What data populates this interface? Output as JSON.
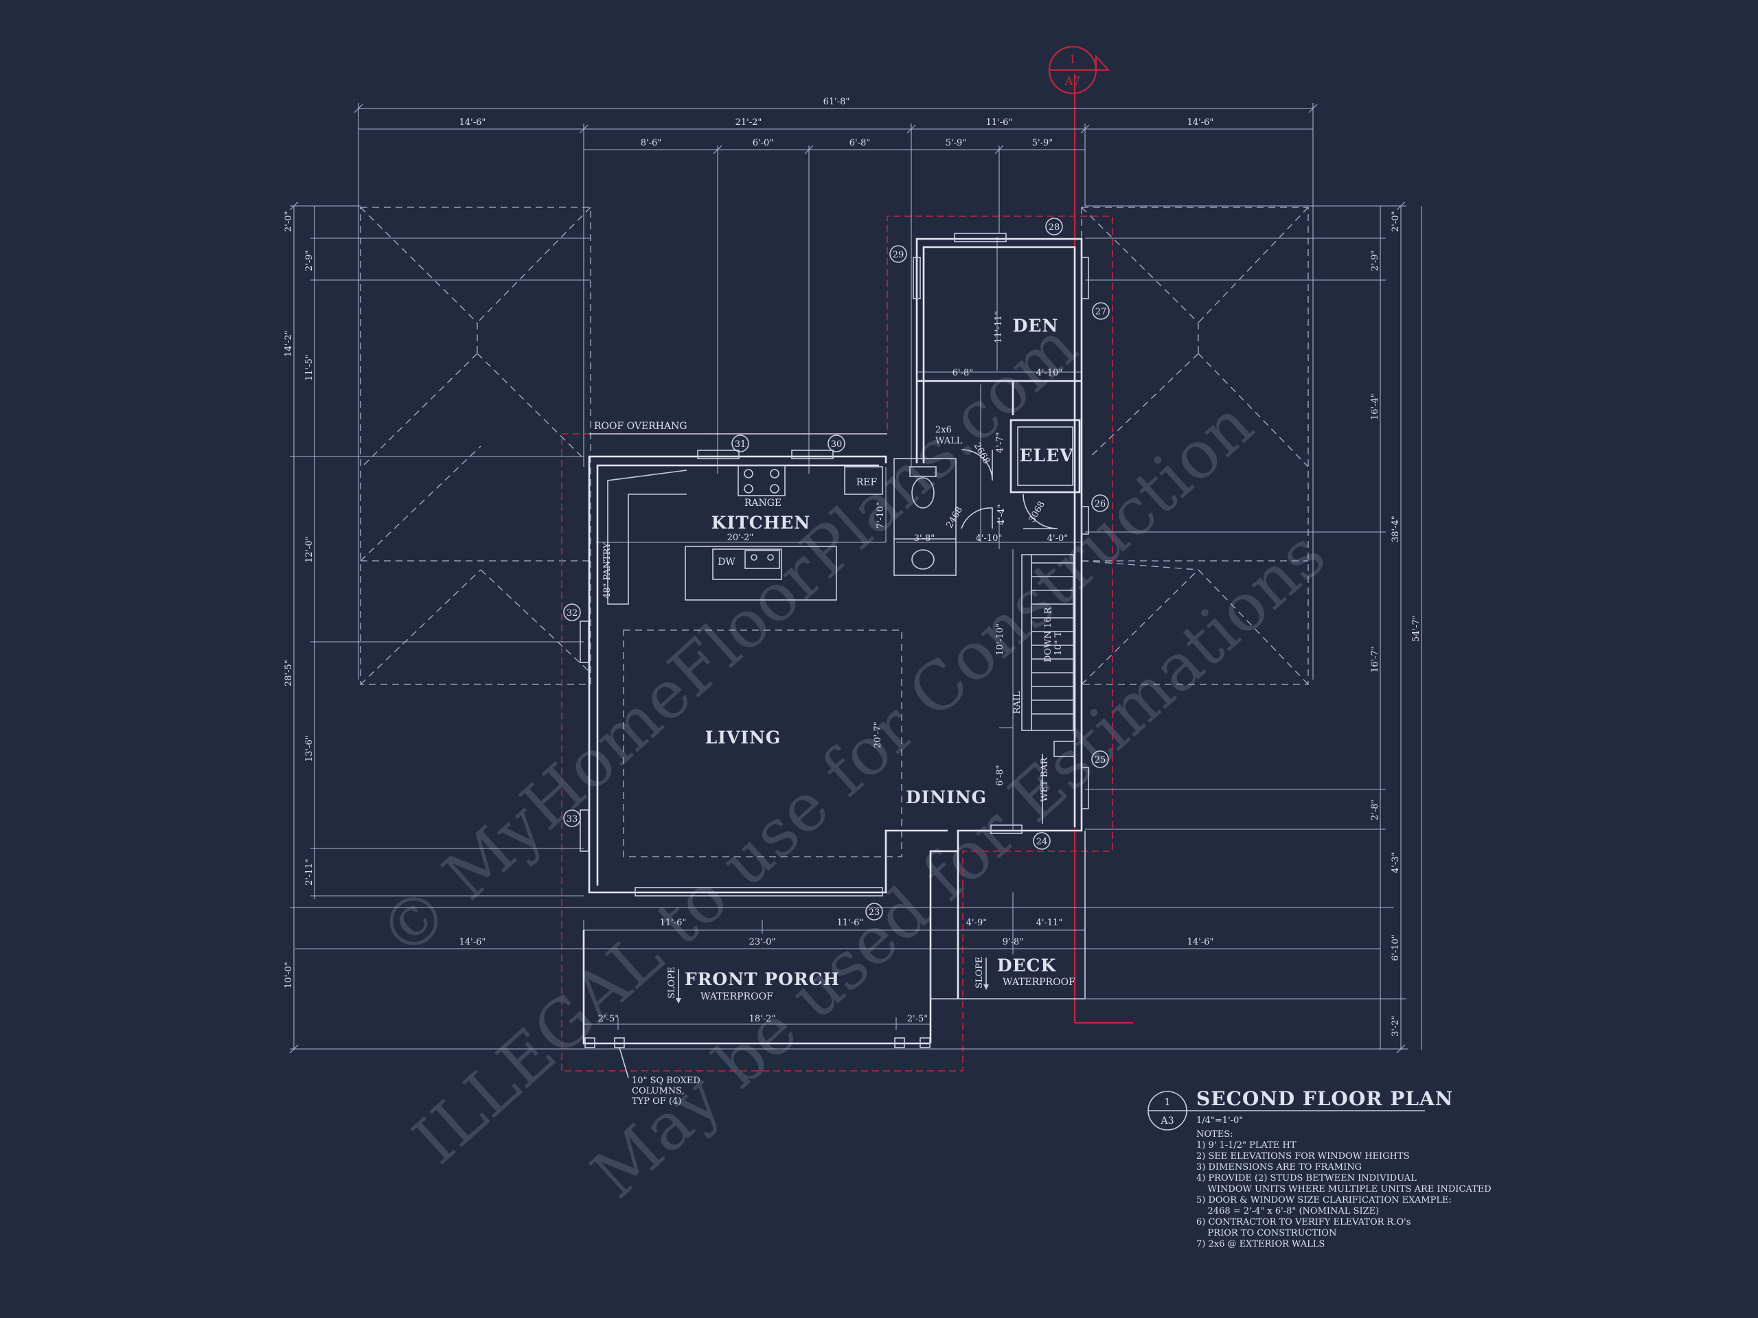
{
  "drawing": {
    "title": "SECOND FLOOR PLAN",
    "scale": "1/4\"=1'-0\"",
    "detail_number": "1",
    "detail_sheet": "A3",
    "section_marker": {
      "number": "1",
      "sheet": "A7"
    },
    "roof_overhang_label": "ROOF OVERHANG",
    "notes_heading": "NOTES:",
    "notes": [
      "1) 9' 1-1/2\" PLATE HT",
      "2) SEE ELEVATIONS FOR WINDOW HEIGHTS",
      "3) DIMENSIONS ARE TO FRAMING",
      "4) PROVIDE (2) STUDS BETWEEN INDIVIDUAL",
      "    WINDOW UNITS WHERE MULTIPLE UNITS ARE INDICATED",
      "5) DOOR & WINDOW SIZE CLARIFICATION EXAMPLE:",
      "    2468 = 2'-4\" x 6'-8\" (NOMINAL SIZE)",
      "6) CONTRACTOR TO VERIFY ELEVATOR R.O's",
      "    PRIOR TO CONSTRUCTION",
      "7) 2x6 @ EXTERIOR WALLS"
    ],
    "column_note": [
      "10\" SQ BOXED",
      "COLUMNS,",
      "TYP OF (4)"
    ]
  },
  "rooms": {
    "den": "DEN",
    "elev": "ELEV",
    "kitchen": "KITCHEN",
    "living": "LIVING",
    "dining": "DINING",
    "front_porch": "FRONT PORCH",
    "deck": "DECK",
    "porch_sub": "WATERPROOF",
    "deck_sub": "WATERPROOF",
    "slope": "SLOPE"
  },
  "fixtures": {
    "range": "RANGE",
    "ref": "REF",
    "dw": "DW",
    "pantry": "48\" PANTRY",
    "wall_2x6": [
      "2x6",
      "WALL"
    ],
    "stair_down": "DOWN 16 R",
    "stair_treads": "10\" T",
    "rail": "RAIL",
    "wet_bar": "WET BAR",
    "door_2668": "2668",
    "door_2468": "2468",
    "door_3068": "3068"
  },
  "window_tags": [
    "23",
    "24",
    "25",
    "26",
    "27",
    "28",
    "29",
    "30",
    "31",
    "32",
    "33"
  ],
  "dims_top": {
    "overall": "61'-8\"",
    "row2": [
      "14'-6\"",
      "21'-2\"",
      "11'-6\"",
      "14'-6\""
    ],
    "row3": [
      "8'-6\"",
      "6'-0\"",
      "6'-8\"",
      "5'-9\"",
      "5'-9\""
    ]
  },
  "dims_left": [
    "2'-0\"",
    "2'-9\"",
    "14'-2\"",
    "11'-5\"",
    "12'-0\"",
    "28'-5\"",
    "13'-6\"",
    "2'-11\"",
    "10'-0\""
  ],
  "dims_right": [
    "2'-0\"",
    "2'-9\"",
    "16'-4\"",
    "38'-4\"",
    "54'-7\"",
    "16'-7\"",
    "2'-8\"",
    "4'-3\"",
    "6'-10\"",
    "3'-2\""
  ],
  "dims_bottom": {
    "row1": [
      "11'-6\"",
      "11'-6\"",
      "4'-9\"",
      "4'-11\""
    ],
    "row2": [
      "14'-6\"",
      "23'-0\"",
      "9'-8\"",
      "14'-6\""
    ],
    "row3": [
      "2'-5\"",
      "18'-2\"",
      "2'-5\""
    ]
  },
  "dims_interior": {
    "den_h": "11'-11\"",
    "den_w1": "6'-8\"",
    "den_w2": "4'-10\"",
    "hall_47": "4'-7\"",
    "kitchen_710": "7'-10\"",
    "bath_38": "3'-8\"",
    "hall_410": "4'-10\"",
    "hall_44": "4'-4\"",
    "hall_40": "4'-0\"",
    "kitchen_w": "20'-2\"",
    "living_h": "20'-7\"",
    "stair_h": "10'-10\"",
    "dining_68": "6'-8\""
  },
  "watermark": [
    "© MyHomeFloorPlans.com",
    "ILLEGAL to use for Construction",
    "May be used for Estimations"
  ]
}
